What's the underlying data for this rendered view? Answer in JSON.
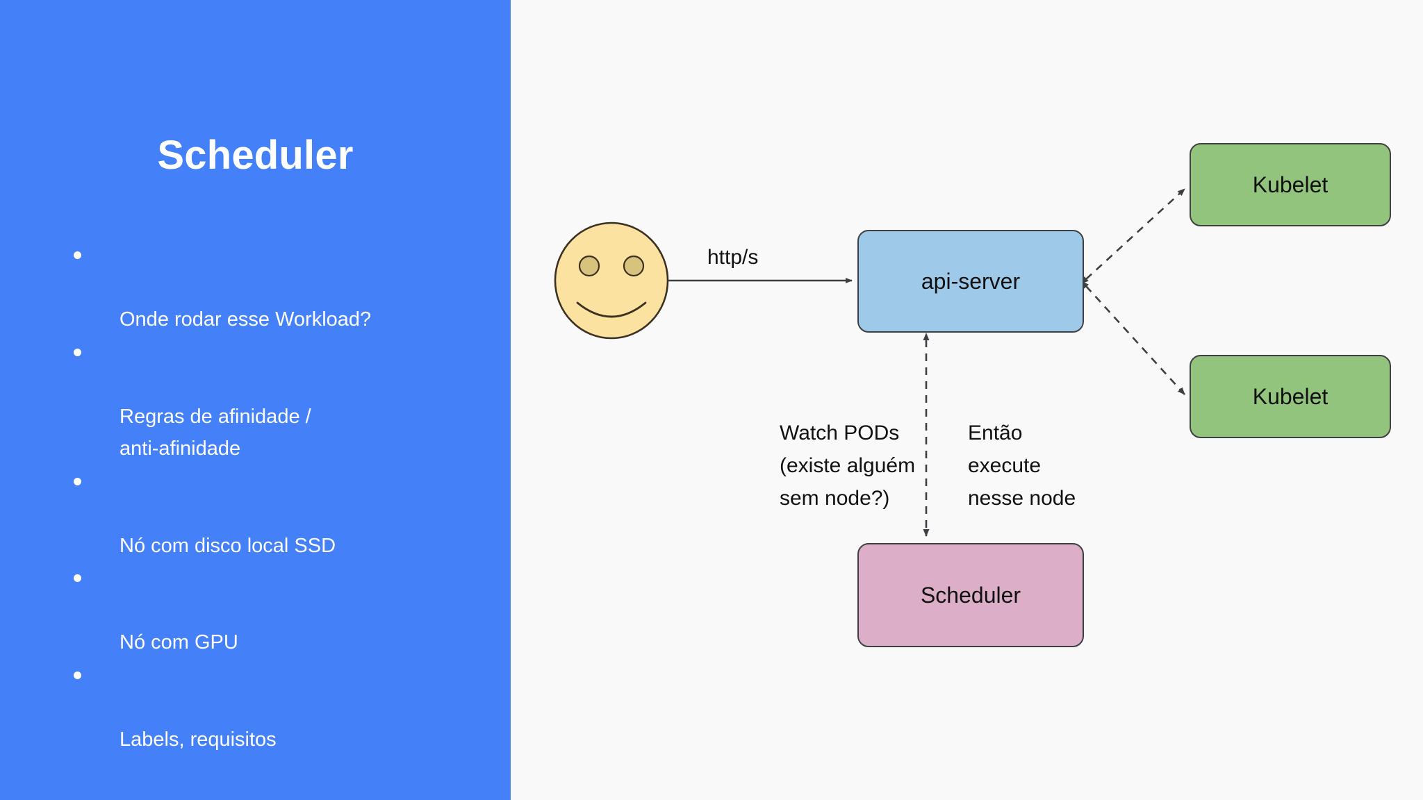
{
  "slide": {
    "title": "Scheduler",
    "bullets": [
      "Onde rodar esse Workload?",
      "Regras de afinidade /\nanti-afinidade",
      "Nó com disco local SSD",
      "Nó com GPU",
      "Labels, requisitos"
    ]
  },
  "diagram": {
    "nodes": {
      "actor": "smiley-face-user",
      "api_server": "api-server",
      "kubelet_top": "Kubelet",
      "kubelet_bottom": "Kubelet",
      "scheduler": "Scheduler"
    },
    "edge_labels": {
      "https": "http/s",
      "watch_pods": "Watch PODs\n(existe alguém\nsem node?)",
      "entao_execute": "Então\nexecute\nnesse node"
    }
  },
  "colors": {
    "panel_blue": "#4480F7",
    "canvas_background": "#f9f9fa",
    "api_server_fill": "#9FC9E8",
    "kubelet_fill": "#93C47D",
    "scheduler_fill": "#DCAEC8",
    "face_fill": "#FBE2A0",
    "face_stroke": "#3c3020",
    "node_stroke": "#3c4043",
    "text_dark": "#111111",
    "text_light": "#ffffff"
  }
}
